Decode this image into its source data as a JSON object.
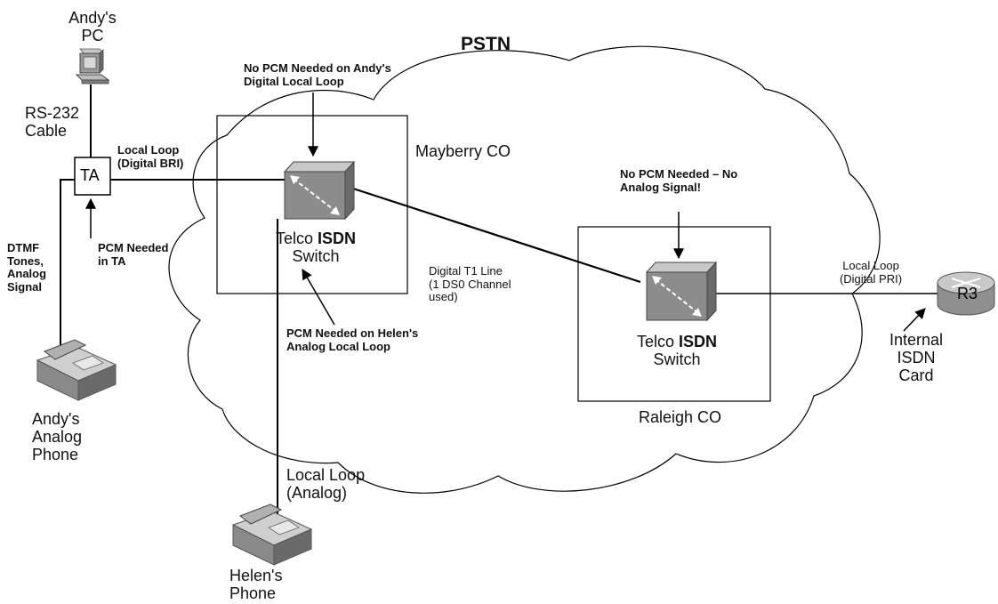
{
  "title": "PSTN",
  "andy_pc": {
    "line1": "Andy's",
    "line2": "PC"
  },
  "rs232": {
    "line1": "RS-232",
    "line2": "Cable"
  },
  "ta": {
    "label": "TA"
  },
  "local_loop_bri": {
    "line1": "Local Loop",
    "line2": "(Digital BRI)"
  },
  "pcm_ta": {
    "line1": "PCM Needed",
    "line2": "in TA"
  },
  "dtmf": {
    "line1": "DTMF",
    "line2": "Tones,",
    "line3": "Analog",
    "line4": "Signal"
  },
  "pcm_andy": {
    "line1": "No PCM Needed on Andy's",
    "line2": "Digital Local Loop"
  },
  "mayberry": {
    "label": "Mayberry CO"
  },
  "switch_left": {
    "pre": "Telco ",
    "bold": "ISDN",
    "line2": "Switch"
  },
  "switch_right": {
    "pre": "Telco ",
    "bold": "ISDN",
    "line2": "Switch"
  },
  "t1": {
    "line1": "Digital T1 Line",
    "line2": "(1 DS0 Channel",
    "line3": "used)"
  },
  "pcm_helen": {
    "line1": "PCM Needed on Helen's",
    "line2": "Analog Local Loop"
  },
  "no_pcm_raleigh": {
    "line1": "No PCM Needed – No",
    "line2": "Analog Signal!"
  },
  "raleigh": {
    "label": "Raleigh CO"
  },
  "local_loop_pri": {
    "line1": "Local Loop",
    "line2": "(Digital PRI)"
  },
  "router": {
    "label": "R3"
  },
  "isdn_card": {
    "line1": "Internal",
    "line2": "ISDN",
    "line3": "Card"
  },
  "andy_phone": {
    "line1": "Andy's",
    "line2": "Analog",
    "line3": "Phone"
  },
  "local_loop_analog": {
    "line1": "Local Loop",
    "line2": "(Analog)"
  },
  "helen_phone": {
    "line1": "Helen's",
    "line2": "Phone"
  },
  "icons": [
    "pc-icon",
    "phone-icon",
    "router-icon",
    "isdn-switch-icon"
  ]
}
